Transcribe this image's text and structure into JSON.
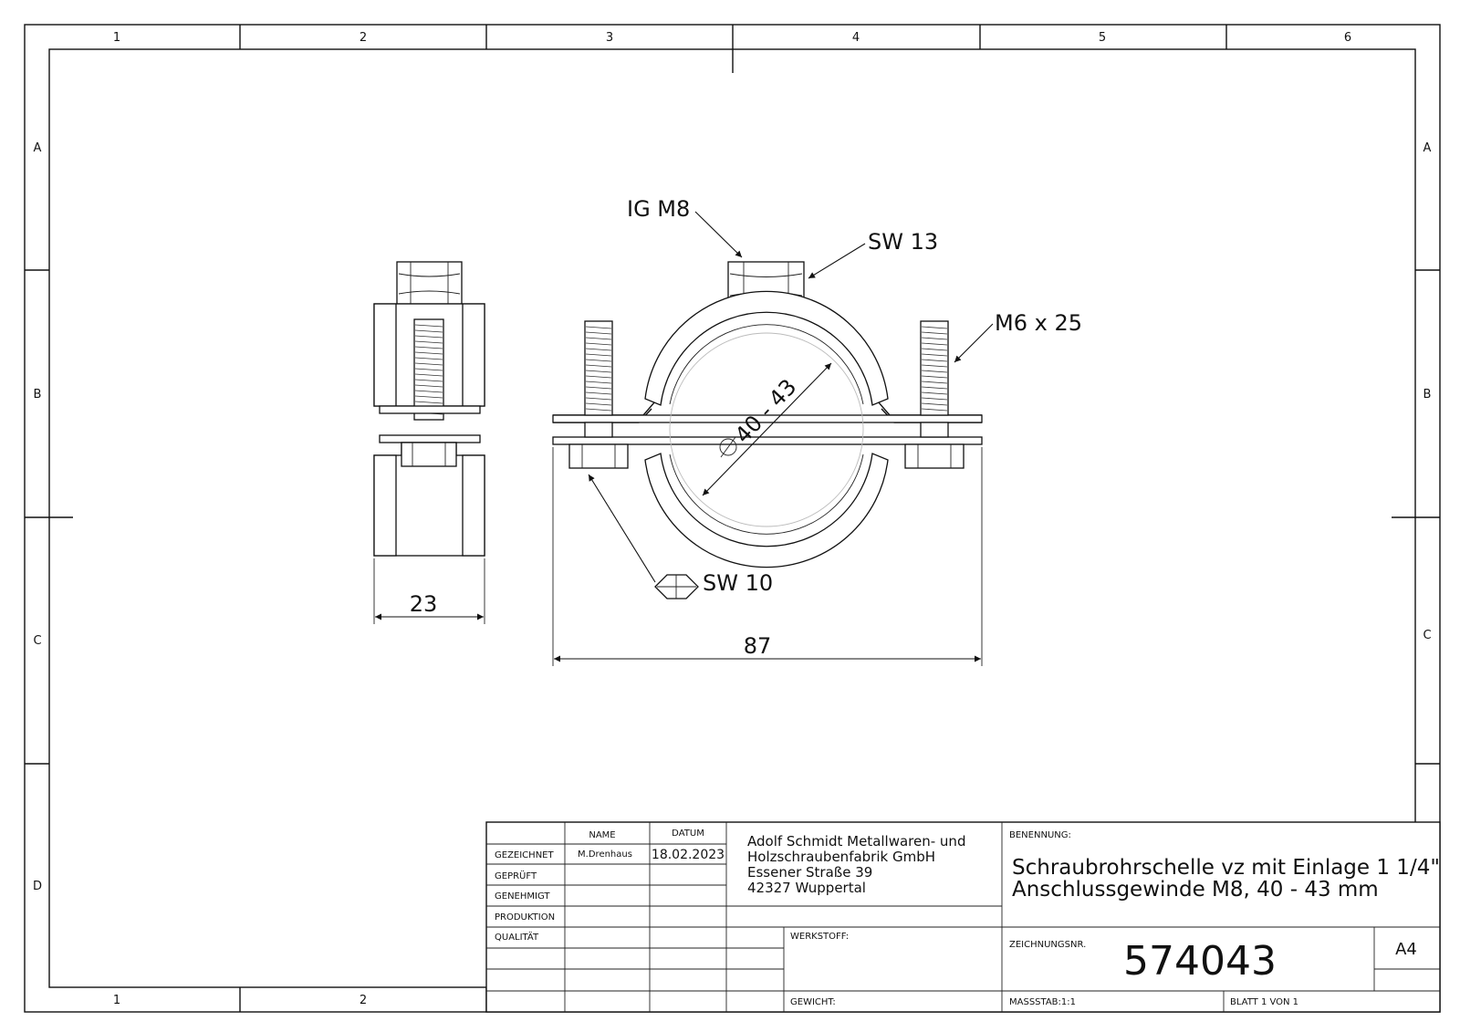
{
  "frame": {
    "col_labels": [
      "1",
      "2",
      "3",
      "4",
      "5",
      "6"
    ],
    "row_labels": [
      "A",
      "B",
      "C",
      "D"
    ],
    "bottom_col_labels": [
      "1",
      "2"
    ]
  },
  "annotations": {
    "ig_m8": "IG M8",
    "sw13": "SW 13",
    "m6x25": "M6 x 25",
    "sw10": "SW 10",
    "diameter": "40 - 43",
    "width_side": "23",
    "width_front": "87"
  },
  "title_block": {
    "col_name": "NAME",
    "col_date": "DATUM",
    "rows": [
      "GEZEICHNET",
      "GEPRÜFT",
      "GENEHMIGT",
      "PRODUKTION",
      "QUALITÄT"
    ],
    "drawn_by": "M.Drenhaus",
    "drawn_date": "18.02.2023",
    "company": [
      "Adolf Schmidt Metallwaren- und",
      "Holzschraubenfabrik GmbH",
      "Essener Straße 39",
      "42327 Wuppertal"
    ],
    "benennung_label": "BENENNUNG:",
    "title_lines": [
      "Schraubrohrschelle vz mit Einlage 1 1/4\"",
      "Anschlussgewinde M8, 40  -  43 mm"
    ],
    "werkstoff_label": "WERKSTOFF:",
    "zeichnungsnr_label": "ZEICHNUNGSNR.",
    "drawing_number": "574043",
    "format": "A4",
    "gewicht_label": "GEWICHT:",
    "massstab": "MASSSTAB:1:1",
    "blatt": "BLATT 1 VON 1"
  }
}
